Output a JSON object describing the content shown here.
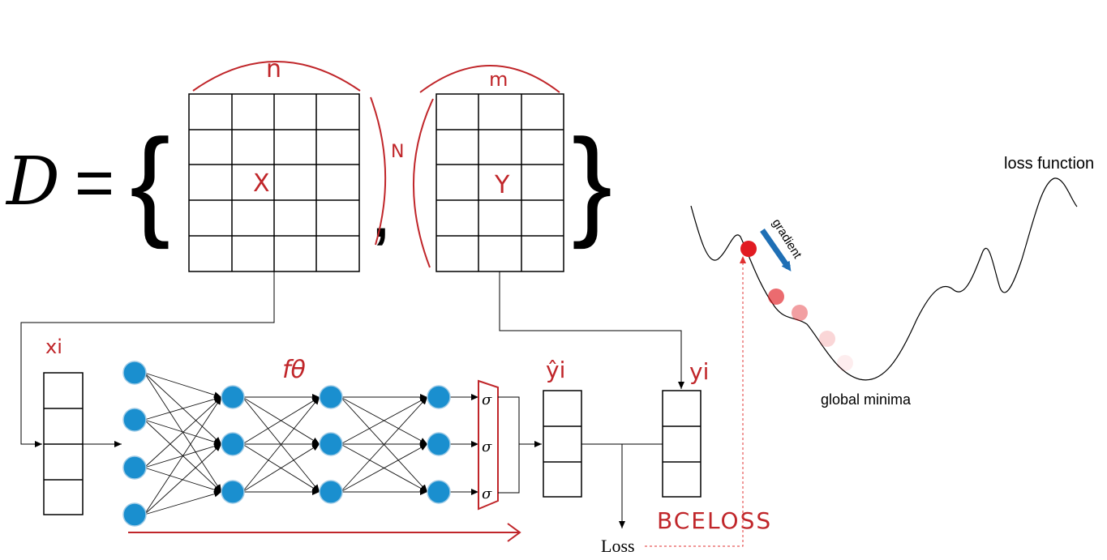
{
  "dataset": {
    "symbol": "D",
    "equals": "=",
    "open_brace": "{",
    "close_brace": "}",
    "separator": ",",
    "x_matrix": {
      "label": "X",
      "width_label": "n",
      "rows": 5,
      "cols": 4
    },
    "y_matrix": {
      "label": "Y",
      "width_label": "m",
      "rows": 5,
      "cols": 3
    },
    "height_label": "N"
  },
  "network": {
    "input_label": "xi",
    "model_label": "fθ",
    "output_label": "ŷi",
    "target_label": "yi",
    "activation_symbol": "σ",
    "layers": [
      4,
      3,
      3,
      3
    ]
  },
  "loss": {
    "label": "Loss",
    "criterion_label": "BCELOSS"
  },
  "loss_curve": {
    "title": "loss function",
    "gradient_label": "gradient",
    "minima_label": "global minima",
    "colors": {
      "ball": "#e11b22",
      "arrow": "#1f6fb5"
    }
  }
}
